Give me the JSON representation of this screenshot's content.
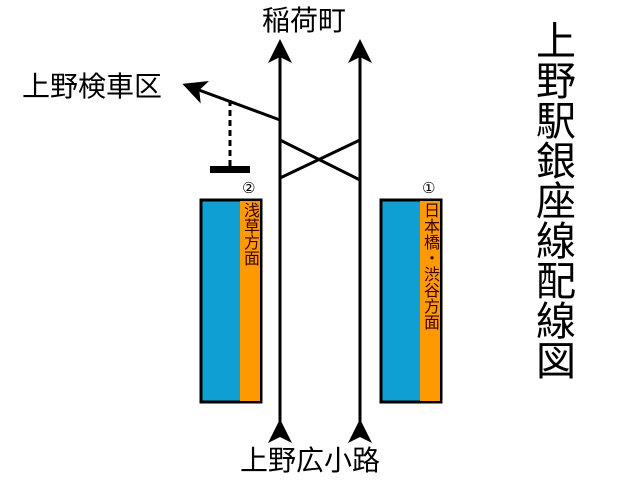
{
  "title": "上野駅銀座線配線図",
  "north_destination": "稲荷町",
  "south_destination": "上野広小路",
  "depot": "上野検車区",
  "platforms": [
    {
      "number": "②",
      "direction": "浅草方面"
    },
    {
      "number": "①",
      "direction": "日本橋・渋谷方面"
    }
  ],
  "colors": {
    "platform": "#0f9fd2",
    "edge": "#ff9900",
    "track": "#000000"
  }
}
